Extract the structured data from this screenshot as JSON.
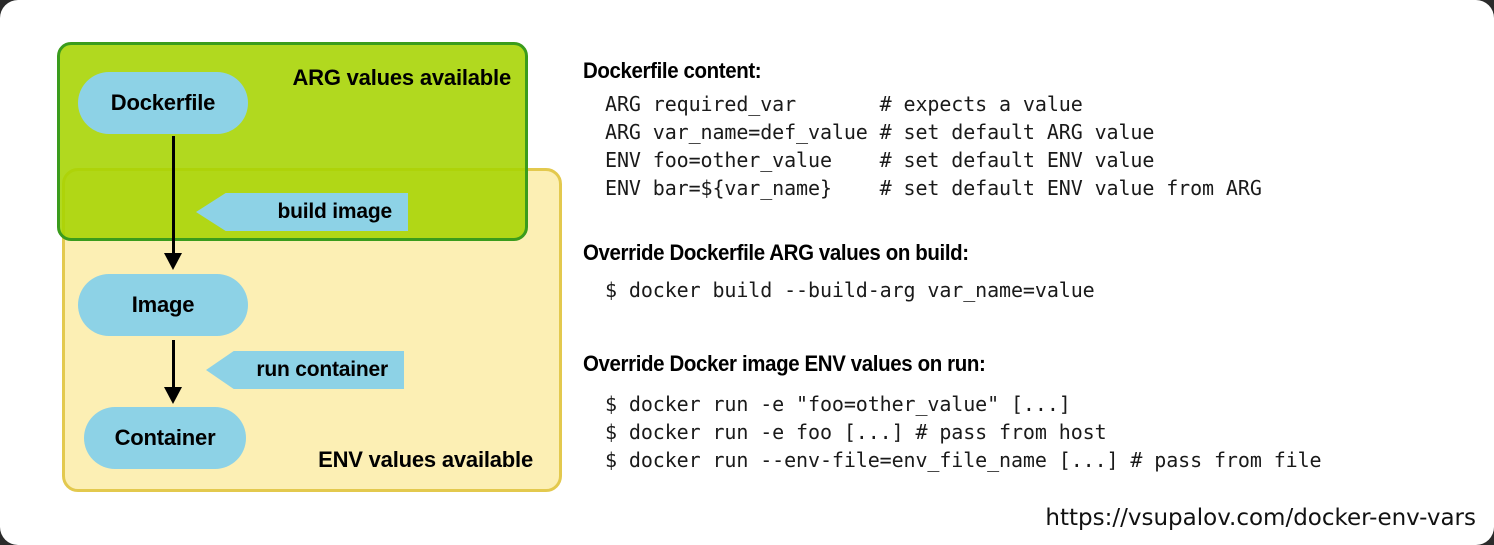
{
  "diagram": {
    "arg_region_label": "ARG values available",
    "env_region_label": "ENV values available",
    "nodes": {
      "dockerfile": "Dockerfile",
      "image": "Image",
      "container": "Container"
    },
    "transitions": {
      "build": "build image",
      "run": "run container"
    },
    "colors": {
      "arg_fill": "#a6d400",
      "arg_border": "#3a9c1c",
      "env_fill": "#fcefb4",
      "env_border": "#e3c94e",
      "overlap_fill": "#d7de4c",
      "node_fill": "#8dd2e6",
      "arrow": "#000000",
      "card_background": "#ffffff"
    }
  },
  "content": {
    "dockerfile_section": {
      "heading": "Dockerfile content:",
      "code": "ARG required_var       # expects a value\nARG var_name=def_value # set default ARG value\nENV foo=other_value    # set default ENV value\nENV bar=${var_name}    # set default ENV value from ARG"
    },
    "build_section": {
      "heading": "Override Dockerfile ARG values on build:",
      "code": "$ docker build --build-arg var_name=value"
    },
    "run_section": {
      "heading": "Override Docker image ENV values on run:",
      "code": "$ docker run -e \"foo=other_value\" [...]\n$ docker run -e foo [...] # pass from host\n$ docker run --env-file=env_file_name [...] # pass from file"
    }
  },
  "footer": {
    "url": "https://vsupalov.com/docker-env-vars"
  }
}
